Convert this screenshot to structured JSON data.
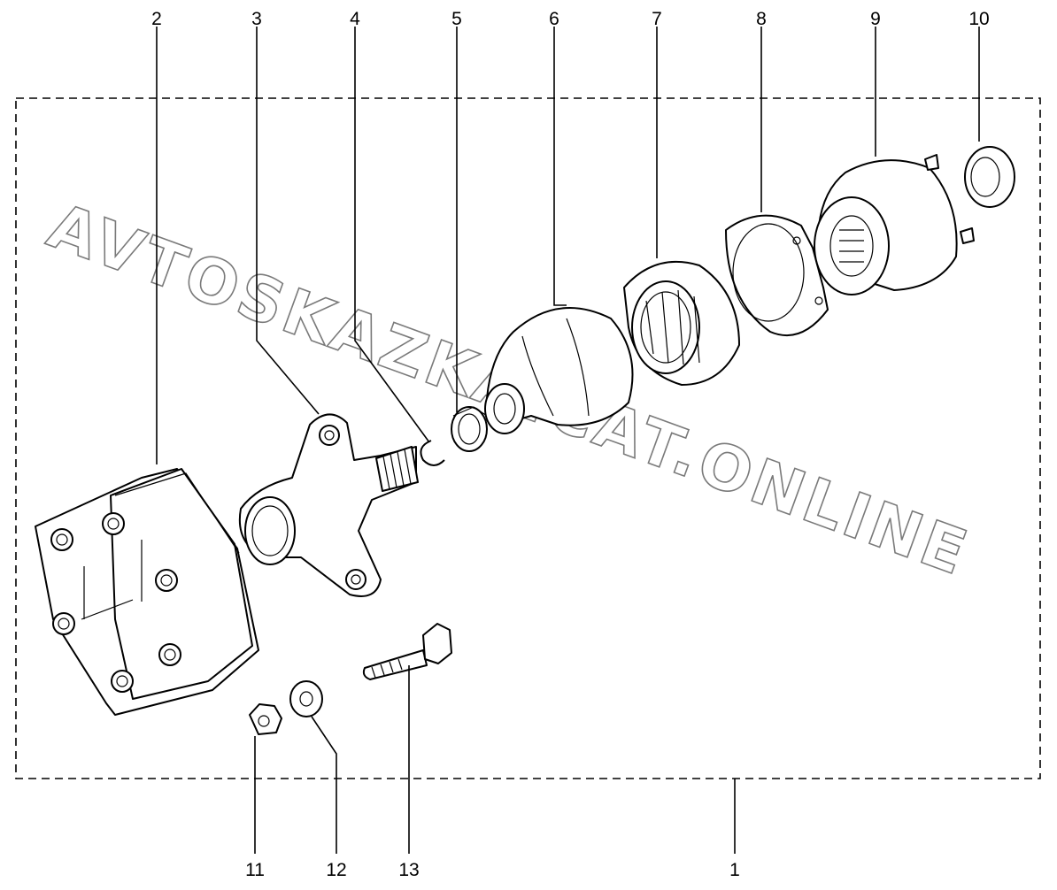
{
  "diagram": {
    "callouts": [
      "1",
      "2",
      "3",
      "4",
      "5",
      "6",
      "7",
      "8",
      "9",
      "10",
      "11",
      "12",
      "13"
    ]
  },
  "watermark": {
    "text": "AVTOSKAZKA.CAT.ONLINE",
    "color": "#7a7a7a"
  }
}
